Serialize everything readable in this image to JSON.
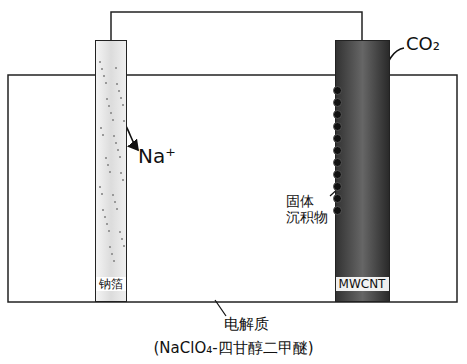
{
  "diagram": {
    "nodes": [
      {
        "text": [
          "钠箔"
        ]
      },
      {
        "text": [
          "MWCNT"
        ]
      }
    ],
    "edges": [
      {
        "from": 0,
        "to": 1,
        "arrow": "none"
      }
    ],
    "labels": [
      "Na⁺",
      "CO₂",
      "固体 沉积物",
      "电解质",
      "(NaClO₄-四甘醇二甲醚)"
    ]
  }
}
